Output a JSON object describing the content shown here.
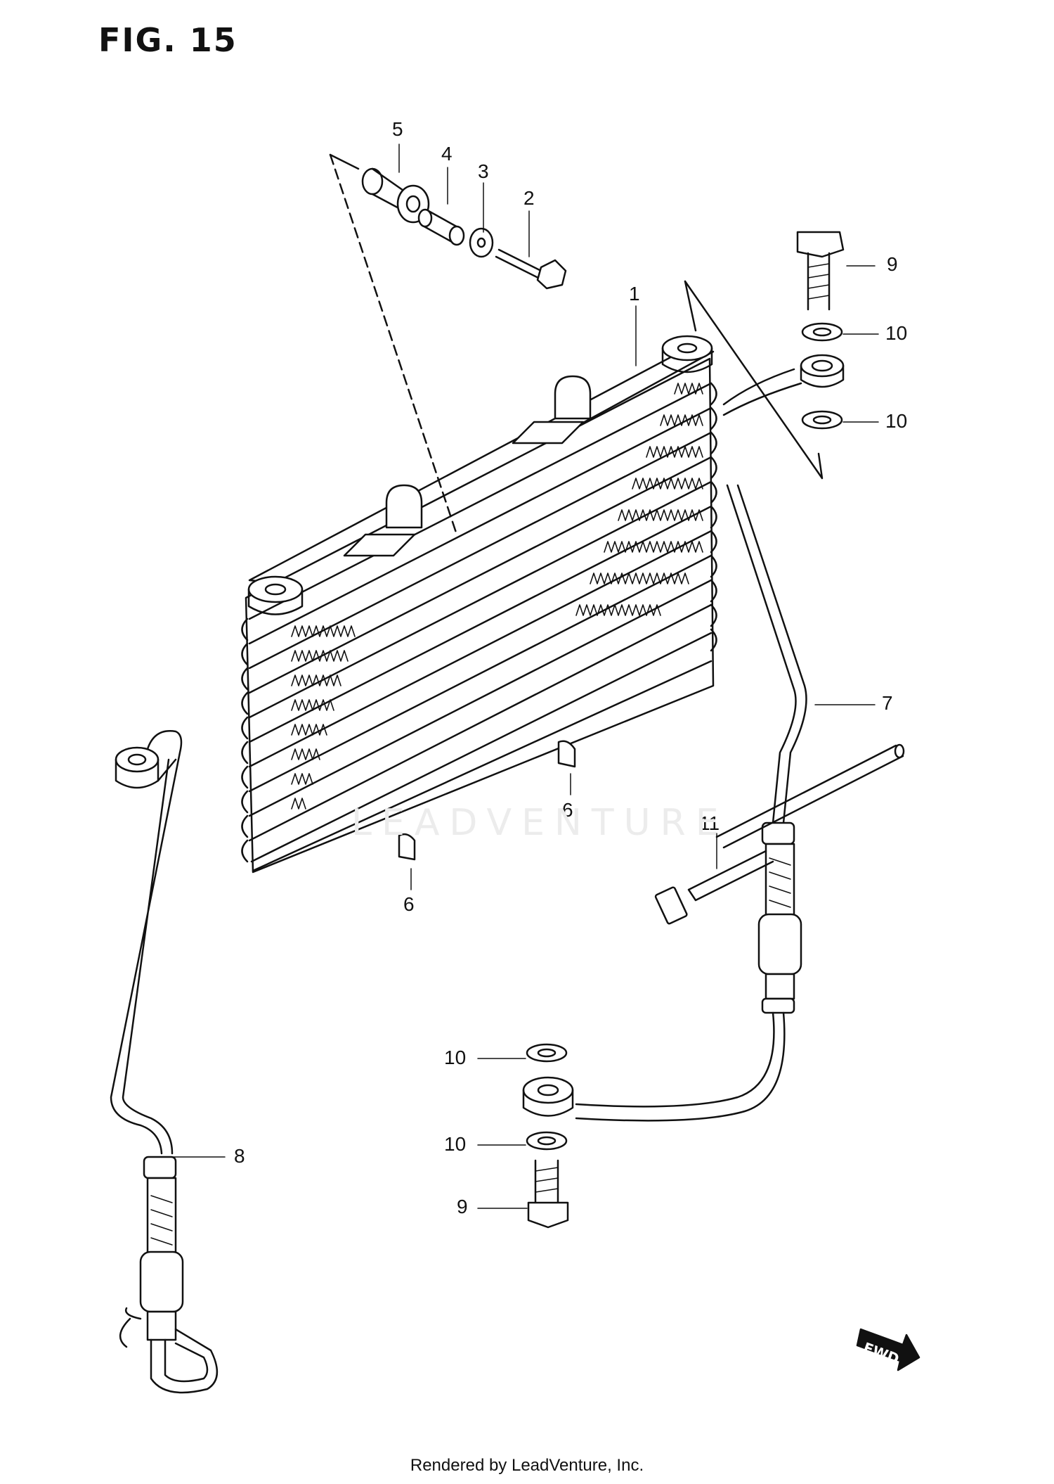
{
  "figure": {
    "title": "FIG. 15"
  },
  "callouts": {
    "p1": "1",
    "p2": "2",
    "p3": "3",
    "p4": "4",
    "p5": "5",
    "p6a": "6",
    "p6b": "6",
    "p7": "7",
    "p8": "8",
    "p9a": "9",
    "p9b": "9",
    "p10a": "10",
    "p10b": "10",
    "p10c": "10",
    "p10d": "10",
    "p11": "11"
  },
  "fwd_label": "FWD",
  "watermark": "LEADVENTURE",
  "footer": "Rendered by LeadVenture, Inc."
}
